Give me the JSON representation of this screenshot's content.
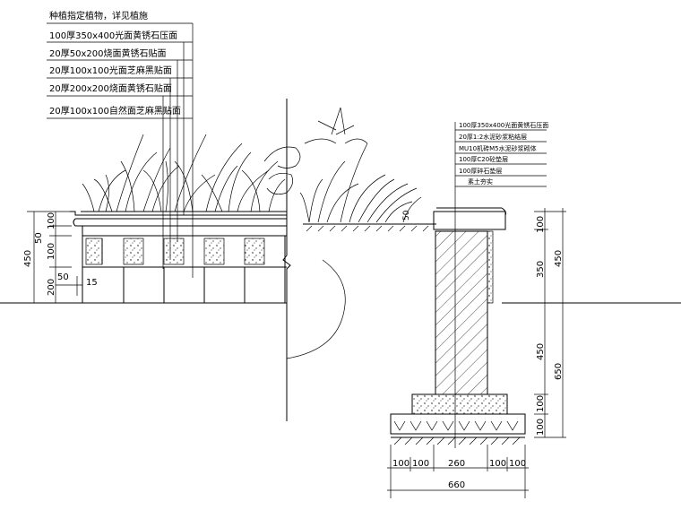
{
  "title_note": "种植指定植物，详见植施",
  "left_callouts": [
    "100厚350x400光面黄锈石压面",
    "20厚50x200烧面黄锈石贴面",
    "20厚100x100光面芝麻黑贴面",
    "20厚200x200烧面黄锈石贴面",
    "20厚100x100自然面芝麻黑贴面"
  ],
  "right_callouts": [
    "100厚350x400光面黄锈石压面",
    "20厚1:2水泥砂浆粘结层",
    "MU10机砖M5水泥砂浆砌体",
    "100厚C20砼垫层",
    "100厚碎石垫层",
    "素土夯实"
  ],
  "left_dims": {
    "total": "450",
    "segments": [
      "100",
      "50",
      "100",
      "200"
    ],
    "offset": "50",
    "step": "15"
  },
  "right_dims": {
    "top_segments": [
      "100",
      "350"
    ],
    "top_total": "450",
    "lower_segments": [
      "450",
      "100",
      "100"
    ],
    "lower_total": "650"
  },
  "bottom_dims": {
    "segments": [
      "100",
      "100",
      "260",
      "100",
      "100"
    ],
    "total": "660"
  },
  "small_label": "50"
}
